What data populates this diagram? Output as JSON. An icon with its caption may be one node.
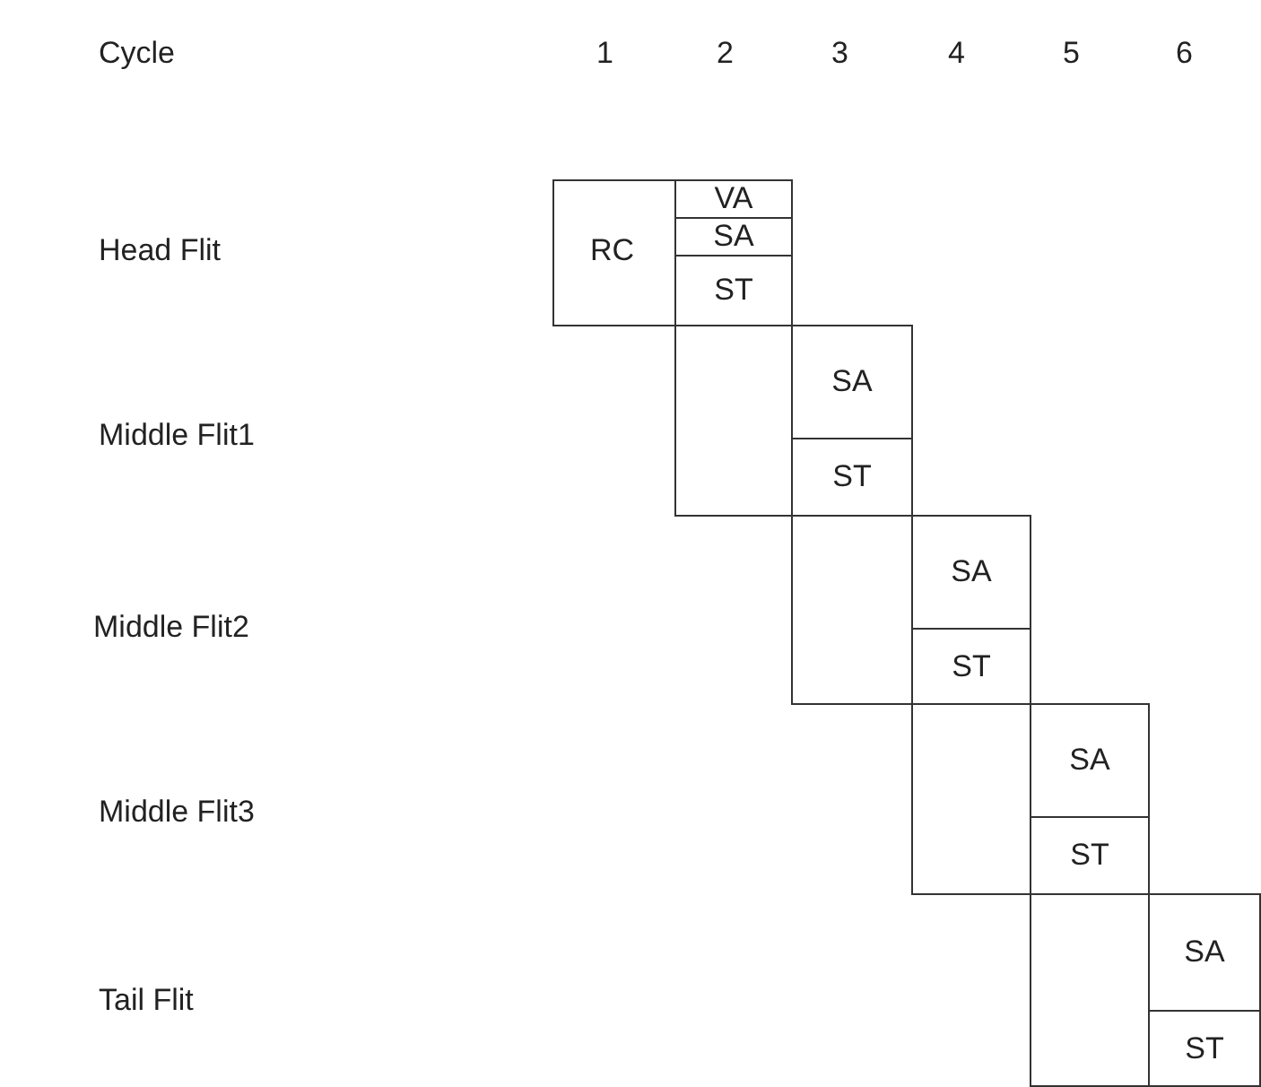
{
  "diagram": {
    "nodes": [
      {
        "text": [
          "RC"
        ]
      },
      {
        "text": [
          "VA"
        ],
        "in": 0
      },
      {
        "text": [
          "SA"
        ],
        "in": 0
      },
      {
        "text": [
          "ST"
        ],
        "in": 0
      },
      {
        "text": [],
        "shape": "box"
      },
      {
        "text": [
          "SA"
        ],
        "in": 4
      },
      {
        "text": [
          "ST"
        ],
        "in": 4
      },
      {
        "text": [],
        "shape": "box"
      },
      {
        "text": [
          "SA"
        ],
        "in": 7
      },
      {
        "text": [
          "ST"
        ],
        "in": 7
      },
      {
        "text": [],
        "shape": "box"
      },
      {
        "text": [
          "SA"
        ],
        "in": 10
      },
      {
        "text": [
          "ST"
        ],
        "in": 10
      },
      {
        "text": [],
        "shape": "box"
      },
      {
        "text": [
          "SA"
        ],
        "in": 13
      },
      {
        "text": [
          "ST"
        ],
        "in": 13
      }
    ],
    "labels": [
      "Cycle",
      "1",
      "2",
      "3",
      "4",
      "5",
      "6",
      "Head Flit",
      "Middle Flit1",
      "Middle Flit2",
      "Middle Flit3",
      "Tail Flit"
    ]
  }
}
